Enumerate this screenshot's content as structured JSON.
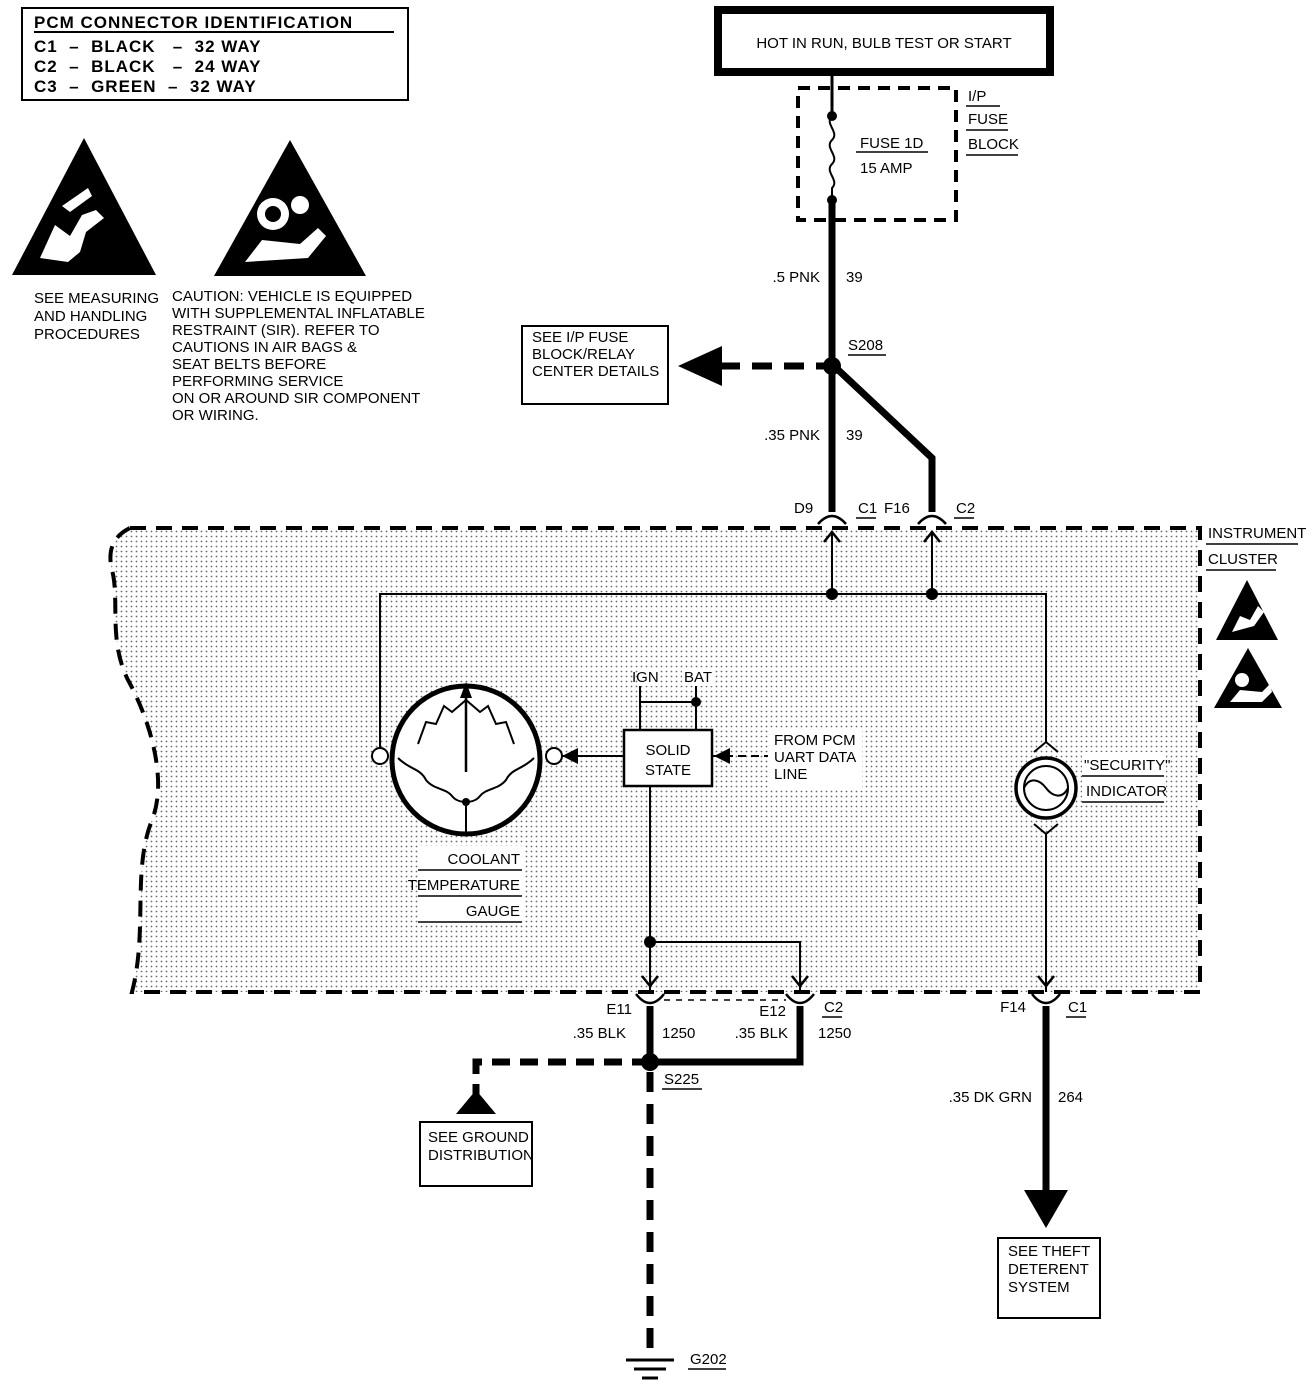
{
  "pcm_legend": {
    "title": "PCM CONNECTOR IDENTIFICATION",
    "rows": [
      "C1  –  BLACK   –  32 WAY",
      "C2  –  BLACK   –  24 WAY",
      "C3  –  GREEN  –  32 WAY"
    ]
  },
  "warnings": {
    "esd_lines": [
      "SEE MEASURING",
      "AND HANDLING",
      "PROCEDURES"
    ],
    "sir_lines": [
      "CAUTION: VEHICLE IS EQUIPPED",
      "WITH SUPPLEMENTAL INFLATABLE",
      "RESTRAINT (SIR). REFER TO",
      "CAUTIONS IN AIR BAGS &",
      "SEAT BELTS BEFORE",
      "PERFORMING SERVICE",
      "ON OR AROUND SIR COMPONENT",
      "OR WIRING."
    ]
  },
  "power_box": {
    "label": "HOT IN RUN, BULB TEST OR START"
  },
  "fuse_block": {
    "side_labels": [
      "I/P",
      "FUSE",
      "BLOCK"
    ],
    "fuse_name": "FUSE 1D",
    "fuse_rating": "15 AMP"
  },
  "wires": {
    "w1_gauge": ".5 PNK",
    "w1_circuit": "39",
    "w2_gauge": ".35 PNK",
    "w2_circuit": "39",
    "w3_gauge": ".35 BLK",
    "w3_circuit": "1250",
    "w4_gauge": ".35 BLK",
    "w4_circuit": "1250",
    "w5_gauge": ".35 DK GRN",
    "w5_circuit": "264"
  },
  "splices": {
    "s208": "S208",
    "s225": "S225"
  },
  "ground": {
    "g202": "G202"
  },
  "refs": {
    "relay_center": [
      "SEE I/P FUSE",
      "BLOCK/RELAY",
      "CENTER DETAILS"
    ],
    "ground_dist": [
      "SEE GROUND",
      "DISTRIBUTION"
    ],
    "theft": [
      "SEE THEFT",
      "DETERENT",
      "SYSTEM"
    ]
  },
  "connectors": {
    "d9": "D9",
    "c1_top": "C1",
    "f16": "F16",
    "c2_top": "C2",
    "e11": "E11",
    "e12": "E12",
    "c2_bottom": "C2",
    "f14": "F14",
    "c1_bottom": "C1"
  },
  "cluster": {
    "label_lines": [
      "INSTRUMENT",
      "CLUSTER"
    ],
    "ign": "IGN",
    "bat": "BAT",
    "solid_state": [
      "SOLID",
      "STATE"
    ],
    "from_pcm": [
      "FROM PCM",
      "UART DATA",
      "LINE"
    ],
    "gauge_lines": [
      "COOLANT",
      "TEMPERATURE",
      "GAUGE"
    ],
    "security_lines": [
      "\"SECURITY\"",
      "INDICATOR"
    ]
  }
}
